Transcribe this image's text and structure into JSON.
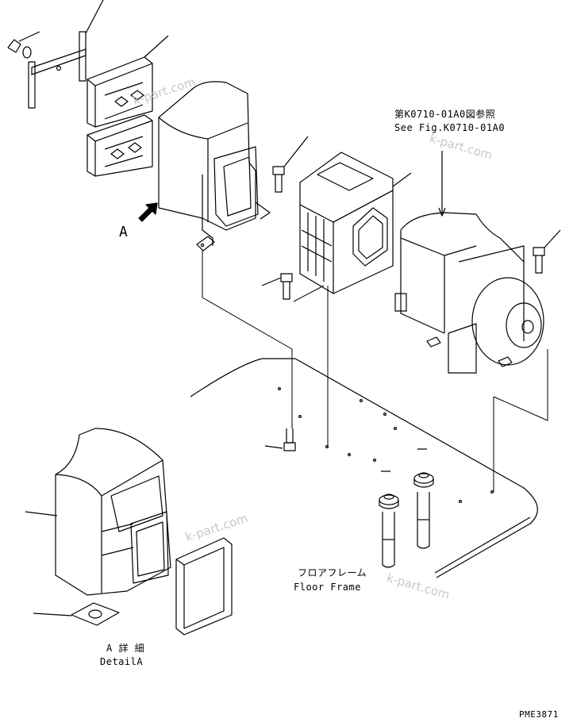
{
  "diagram": {
    "reference_jp": "第K0710-01A0図参照",
    "reference_en": "See Fig.K0710-01A0",
    "view_letter": "A",
    "floor_frame_jp": "フロアフレーム",
    "floor_frame_en": "Floor Frame",
    "detail_jp": "A 詳 細",
    "detail_en": "DetailA",
    "drawing_code": "PME3871",
    "watermark": "k-part.com"
  },
  "colors": {
    "line": "#000000",
    "watermark": "#c8c8c8"
  }
}
